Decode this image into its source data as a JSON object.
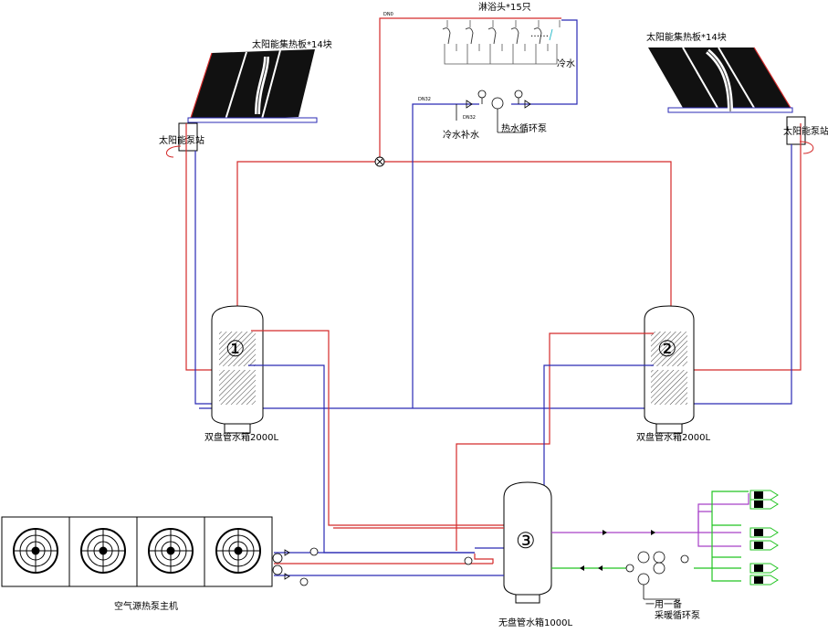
{
  "labels": {
    "showers": "淋浴头*15只",
    "collector_left": "太阳能集热板*14块",
    "collector_right": "太阳能集热板*14块",
    "pump_station_left": "太阳能泵站",
    "pump_station_right": "太阳能泵站",
    "cold_water": "冷水",
    "cold_water_makeup": "冷水补水",
    "hot_water_circ_pump": "热水循环泵",
    "tank1": "双盘管水箱2000L",
    "tank2": "双盘管水箱2000L",
    "tank3": "无盘管水箱1000L",
    "heat_pump": "空气源热泵主机",
    "heating_pump": "采暖循环泵",
    "one_use_one_backup": "一用一备",
    "shower_dots": "……",
    "mark1": "①",
    "mark2": "②",
    "mark3": "③",
    "small_dn1": "DN0",
    "small_dn2": "DN32",
    "small_dn3": "DN32"
  },
  "colors": {
    "hot": "#d42a2a",
    "cold": "#2a2ab4",
    "heating_supply": "#a640c8",
    "heating_return": "#22c422",
    "cyan_valve": "#1fb8c8"
  }
}
